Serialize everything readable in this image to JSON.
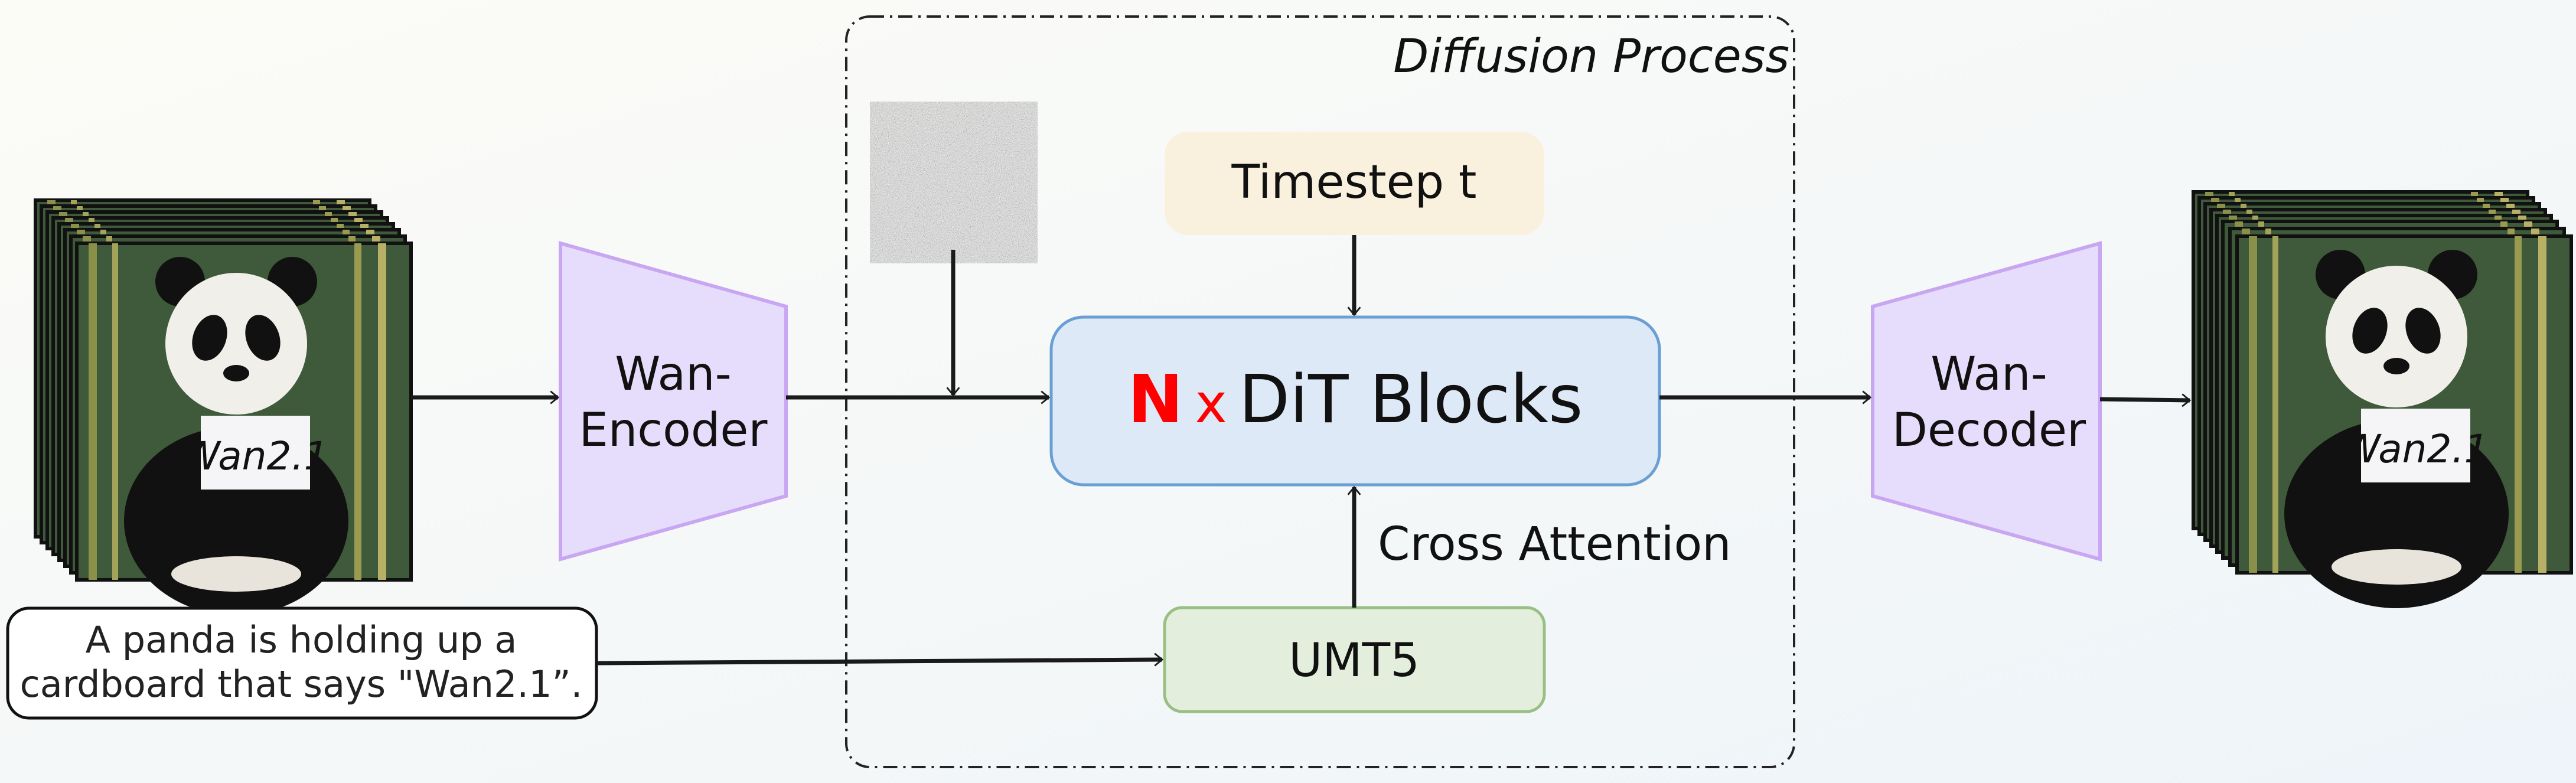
{
  "diffusion_process": {
    "title": "Diffusion Process"
  },
  "encoder": {
    "label_line1": "Wan-",
    "label_line2": "Encoder"
  },
  "decoder": {
    "label_line1": "Wan-",
    "label_line2": "Decoder"
  },
  "timestep": {
    "label": "Timestep t"
  },
  "dit": {
    "count": "N",
    "times": "x",
    "label": "DiT Blocks"
  },
  "cross_attention": {
    "label": "Cross Attention"
  },
  "text_encoder": {
    "label": "UMT5"
  },
  "prompt": {
    "line1": "A panda is holding up a",
    "line2": "cardboard that says \"Wan2.1”."
  },
  "video_frames": {
    "sign_text": "Wan2.1"
  },
  "colors": {
    "encoder_fill": "#e6dcfb",
    "encoder_stroke": "#c9a6f2",
    "timestep_fill": "#f9f0de",
    "dit_fill": "#dee9f8",
    "dit_stroke": "#6a9fd4",
    "umt5_fill": "#e3efdc",
    "umt5_stroke": "#99c084",
    "accent_red": "#ff0000"
  }
}
